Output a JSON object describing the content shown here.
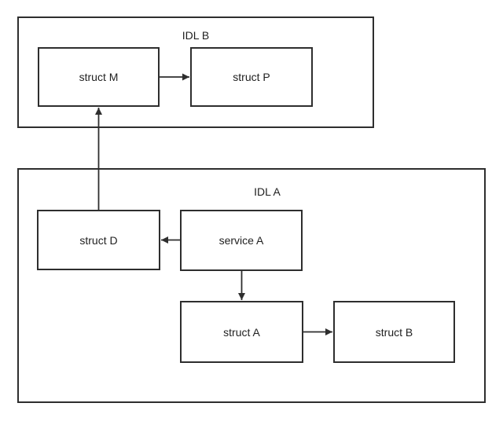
{
  "diagram": {
    "containers": [
      {
        "id": "idl-b",
        "label": "IDL B"
      },
      {
        "id": "idl-a",
        "label": "IDL A"
      }
    ],
    "nodes": [
      {
        "id": "struct-m",
        "label": "struct M"
      },
      {
        "id": "struct-p",
        "label": "struct P"
      },
      {
        "id": "struct-d",
        "label": "struct D"
      },
      {
        "id": "service-a",
        "label": "service A"
      },
      {
        "id": "struct-a",
        "label": "struct A"
      },
      {
        "id": "struct-b",
        "label": "struct B"
      }
    ],
    "edges": [
      {
        "from": "struct M",
        "to": "struct P",
        "direction": "right"
      },
      {
        "from": "struct D",
        "to": "struct M",
        "direction": "up"
      },
      {
        "from": "service A",
        "to": "struct D",
        "direction": "left"
      },
      {
        "from": "service A",
        "to": "struct A",
        "direction": "down"
      },
      {
        "from": "struct A",
        "to": "struct B",
        "direction": "right"
      }
    ],
    "colors": {
      "line": "#2e2e2e",
      "text": "#1f1f1f",
      "background": "#ffffff",
      "node_fill": "#ffffff"
    }
  }
}
